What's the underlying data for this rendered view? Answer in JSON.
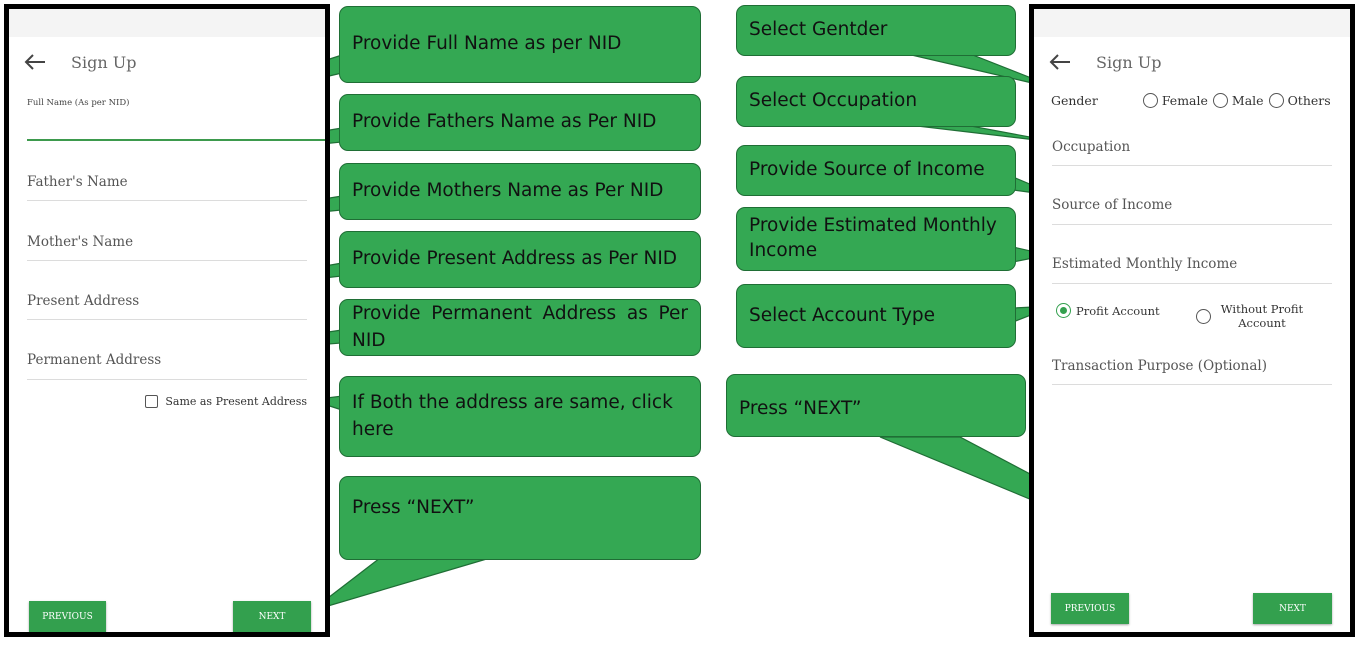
{
  "left_screen": {
    "title": "Sign Up",
    "full_name_label": "Full Name (As per NID)",
    "fathers_name": "Father's Name",
    "mothers_name": "Mother's Name",
    "present_address": "Present Address",
    "permanent_address": "Permanent Address",
    "same_as_present": "Same as Present Address",
    "previous_button": "PREVIOUS",
    "next_button": "NEXT"
  },
  "right_screen": {
    "title": "Sign Up",
    "gender_label": "Gender",
    "gender_options": [
      "Female",
      "Male",
      "Others"
    ],
    "occupation": "Occupation",
    "source_of_income": "Source of Income",
    "estimated_monthly_income": "Estimated Monthly Income",
    "account_options": [
      "Profit Account",
      "Without Profit Account"
    ],
    "account_option_selected": "Profit Account",
    "transaction_purpose": "Transaction Purpose (Optional)",
    "previous_button": "PREVIOUS",
    "next_button": "NEXT"
  },
  "callouts": {
    "full_name": "Provide Full Name as per NID",
    "fathers_name": "Provide Fathers Name as Per NID",
    "mothers_name": "Provide Mothers Name as Per NID",
    "present_address": "Provide Present Address as Per NID",
    "permanent_address": "Provide Permanent Address as Per NID",
    "same_address": "If Both the address are same, click here",
    "press_next_left": "Press “NEXT”",
    "gender": "Select Gentder",
    "occupation": "Select Occupation",
    "source_income": "Provide Source of Income",
    "monthly_income": "Provide Estimated Monthly Income",
    "account_type": "Select Account Type",
    "press_next_right": "Press “NEXT”"
  },
  "colors": {
    "callout_fill": "#34a853",
    "button_green": "#33a04e",
    "frame": "#000000"
  }
}
